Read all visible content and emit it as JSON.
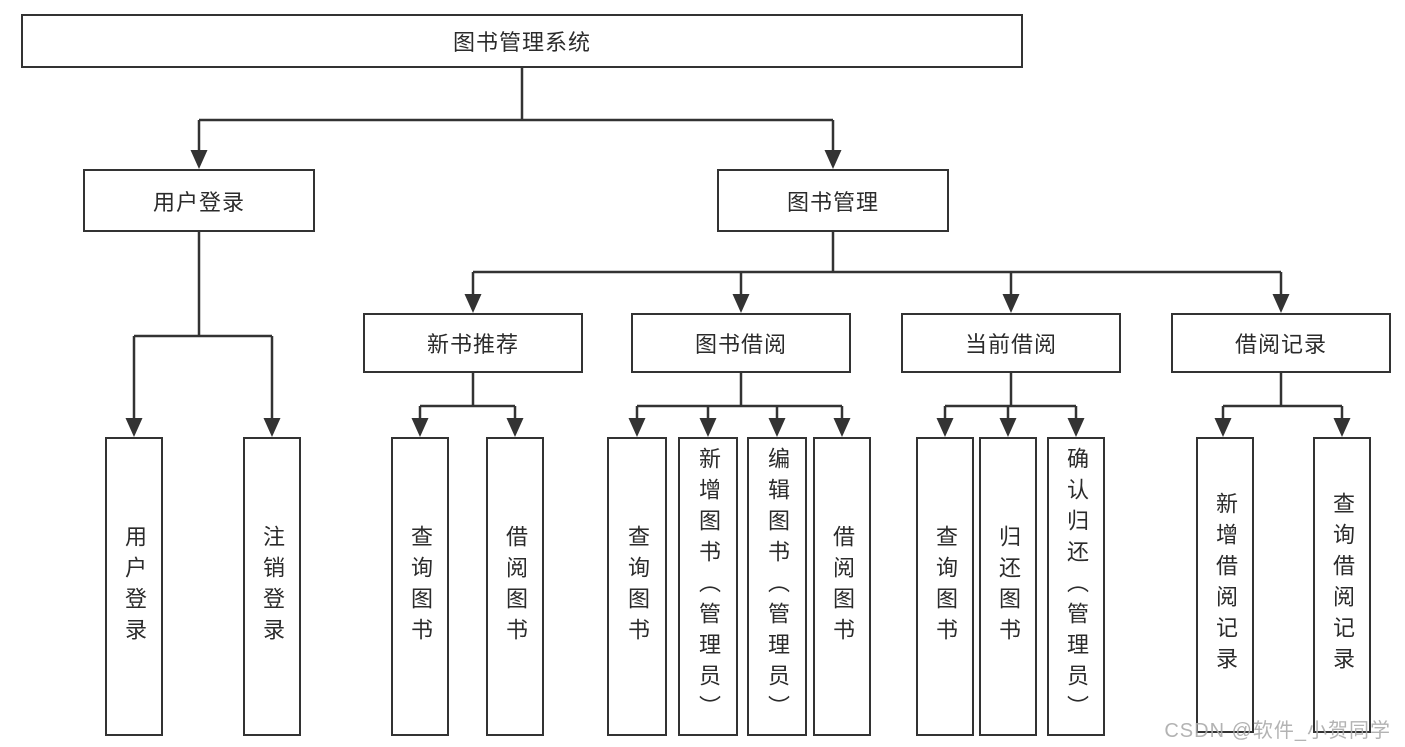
{
  "diagram": {
    "title": "图书管理系统",
    "level2": {
      "user_login": "用户登录",
      "book_management": "图书管理"
    },
    "level3": {
      "new_book_recommend": "新书推荐",
      "book_borrow": "图书借阅",
      "current_borrow": "当前借阅",
      "borrow_records": "借阅记录"
    },
    "leaves": {
      "user_login": "用户登录",
      "logout": "注销登录",
      "nb_query_book": "查询图书",
      "nb_borrow_book": "借阅图书",
      "bb_query_book": "查询图书",
      "bb_add_book": "新增图书（管理员）",
      "bb_edit_book": "编辑图书（管理员）",
      "bb_borrow_book": "借阅图书",
      "cb_query_book": "查询图书",
      "cb_return_book": "归还图书",
      "cb_confirm_return": "确认归还（管理员）",
      "br_add_record": "新增借阅记录",
      "br_query_record": "查询借阅记录"
    }
  },
  "watermark": "CSDN @软件_小贺同学",
  "colors": {
    "line": "#333333",
    "text": "#2b2b2b",
    "watermark": "#ababab",
    "background": "#ffffff"
  }
}
